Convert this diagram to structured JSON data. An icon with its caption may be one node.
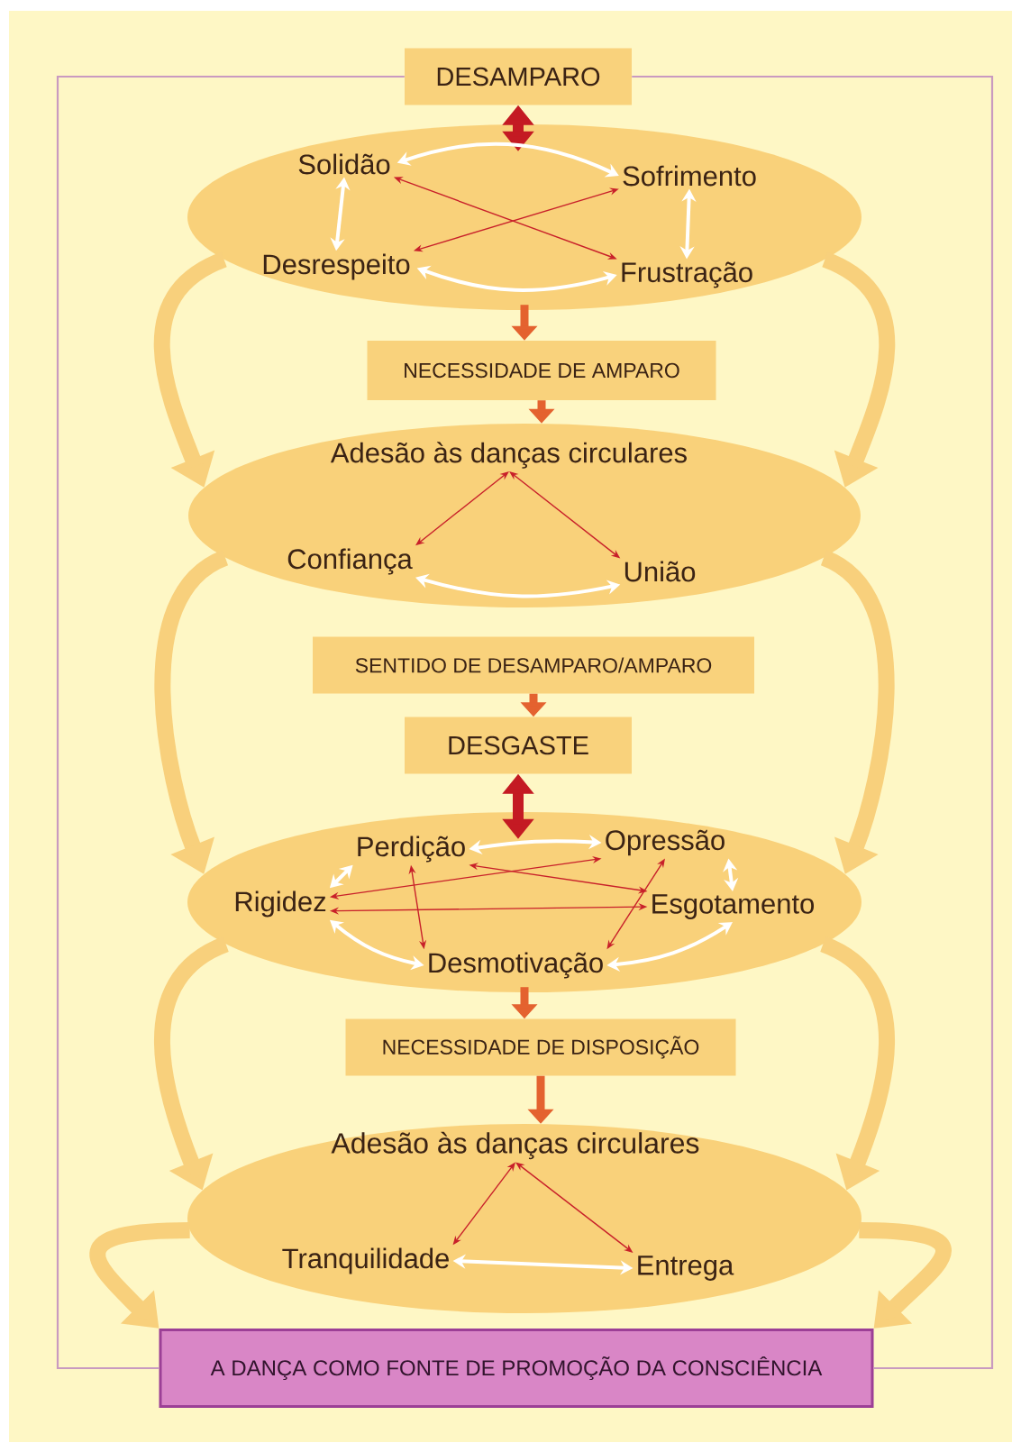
{
  "diagram": {
    "nodes": [
      {
        "text": [
          "DESAMPARO"
        ]
      },
      {
        "text": [],
        "shape": "ellipse"
      },
      {
        "text": [
          "Solidão"
        ],
        "in": 1
      },
      {
        "text": [
          "Sofrimento"
        ],
        "in": 1
      },
      {
        "text": [
          "Desrespeito"
        ],
        "in": 1
      },
      {
        "text": [
          "Frustração"
        ],
        "in": 1
      },
      {
        "text": [
          "NECESSIDADE DE AMPARO"
        ]
      },
      {
        "text": [],
        "shape": "ellipse"
      },
      {
        "text": [
          "Adesão às danças circulares"
        ],
        "in": 7
      },
      {
        "text": [
          "Confiança"
        ],
        "in": 7
      },
      {
        "text": [
          "União"
        ],
        "in": 7
      },
      {
        "text": [
          "SENTIDO DE DESAMPARO/AMPARO"
        ]
      },
      {
        "text": [
          "DESGASTE"
        ]
      },
      {
        "text": [],
        "shape": "ellipse"
      },
      {
        "text": [
          "Perdição"
        ],
        "in": 13
      },
      {
        "text": [
          "Opressão"
        ],
        "in": 13
      },
      {
        "text": [
          "Rigidez"
        ],
        "in": 13
      },
      {
        "text": [
          "Esgotamento"
        ],
        "in": 13
      },
      {
        "text": [
          "Desmotivação"
        ],
        "in": 13
      },
      {
        "text": [
          "NECESSIDADE DE DISPOSIÇÃO"
        ]
      },
      {
        "text": [],
        "shape": "ellipse"
      },
      {
        "text": [
          "Adesão às danças circulares"
        ],
        "in": 20
      },
      {
        "text": [
          "Tranquilidade"
        ],
        "in": 20
      },
      {
        "text": [
          "Entrega"
        ],
        "in": 20
      },
      {
        "text": [
          "A DANÇA COMO FONTE DE PROMOÇÃO DA CONSCIÊNCIA"
        ]
      }
    ],
    "edges": [
      {
        "from": 0,
        "to": 1,
        "arrow": "both",
        "style": "thick",
        "color": "#c41a23"
      },
      {
        "from": 2,
        "to": 3,
        "arrow": "both"
      },
      {
        "from": 2,
        "to": 4,
        "arrow": "both"
      },
      {
        "from": 3,
        "to": 5,
        "arrow": "both"
      },
      {
        "from": 4,
        "to": 5,
        "arrow": "both"
      },
      {
        "from": 2,
        "to": 5,
        "arrow": "both",
        "color": "#c8202a"
      },
      {
        "from": 4,
        "to": 3,
        "arrow": "both",
        "color": "#c8202a"
      },
      {
        "from": 1,
        "to": 6,
        "arrow": "to",
        "style": "thick",
        "color": "#e4622f"
      },
      {
        "from": 6,
        "to": 7,
        "arrow": "to",
        "style": "thick",
        "color": "#e4622f"
      },
      {
        "from": 8,
        "to": 9,
        "arrow": "both",
        "color": "#c8202a"
      },
      {
        "from": 8,
        "to": 10,
        "arrow": "both",
        "color": "#c8202a"
      },
      {
        "from": 9,
        "to": 10,
        "arrow": "both"
      },
      {
        "from": 11,
        "to": 12,
        "arrow": "to",
        "style": "thick",
        "color": "#e4622f"
      },
      {
        "from": 12,
        "to": 13,
        "arrow": "both",
        "style": "thick",
        "color": "#c41a23"
      },
      {
        "from": 14,
        "to": 15,
        "arrow": "both"
      },
      {
        "from": 14,
        "to": 16,
        "arrow": "both"
      },
      {
        "from": 15,
        "to": 17,
        "arrow": "both"
      },
      {
        "from": 16,
        "to": 18,
        "arrow": "both"
      },
      {
        "from": 17,
        "to": 18,
        "arrow": "both"
      },
      {
        "from": 16,
        "to": 15,
        "arrow": "both",
        "color": "#c8202a"
      },
      {
        "from": 16,
        "to": 17,
        "arrow": "both",
        "color": "#c8202a"
      },
      {
        "from": 14,
        "to": 17,
        "arrow": "both",
        "color": "#c8202a"
      },
      {
        "from": 14,
        "to": 18,
        "arrow": "both",
        "color": "#c8202a"
      },
      {
        "from": 15,
        "to": 18,
        "arrow": "both",
        "color": "#c8202a"
      },
      {
        "from": 13,
        "to": 19,
        "arrow": "to",
        "style": "thick",
        "color": "#e4622f"
      },
      {
        "from": 19,
        "to": 20,
        "arrow": "to",
        "style": "thick",
        "color": "#e4622f"
      },
      {
        "from": 21,
        "to": 22,
        "arrow": "both",
        "color": "#c8202a"
      },
      {
        "from": 21,
        "to": 23,
        "arrow": "both",
        "color": "#c8202a"
      },
      {
        "from": 22,
        "to": 23,
        "arrow": "both"
      },
      {
        "from": 1,
        "to": 7,
        "arrow": "to",
        "style": "thick",
        "color": "#f8d07c"
      },
      {
        "from": 1,
        "to": 7,
        "arrow": "to",
        "style": "thick",
        "color": "#f8d07c"
      },
      {
        "from": 7,
        "to": 13,
        "arrow": "to",
        "style": "thick",
        "color": "#f8d07c"
      },
      {
        "from": 7,
        "to": 13,
        "arrow": "to",
        "style": "thick",
        "color": "#f8d07c"
      },
      {
        "from": 13,
        "to": 20,
        "arrow": "to",
        "style": "thick",
        "color": "#f8d07c"
      },
      {
        "from": 13,
        "to": 20,
        "arrow": "to",
        "style": "thick",
        "color": "#f8d07c"
      },
      {
        "from": 20,
        "to": 24,
        "arrow": "to",
        "style": "thick",
        "color": "#f8d07c"
      },
      {
        "from": 20,
        "to": 24,
        "arrow": "to",
        "style": "thick",
        "color": "#f8d07c"
      },
      {
        "from": 0,
        "to": 24,
        "arrow": "none",
        "color": "#c99ac0"
      },
      {
        "from": 0,
        "to": 24,
        "arrow": "none",
        "color": "#c99ac0"
      }
    ]
  }
}
